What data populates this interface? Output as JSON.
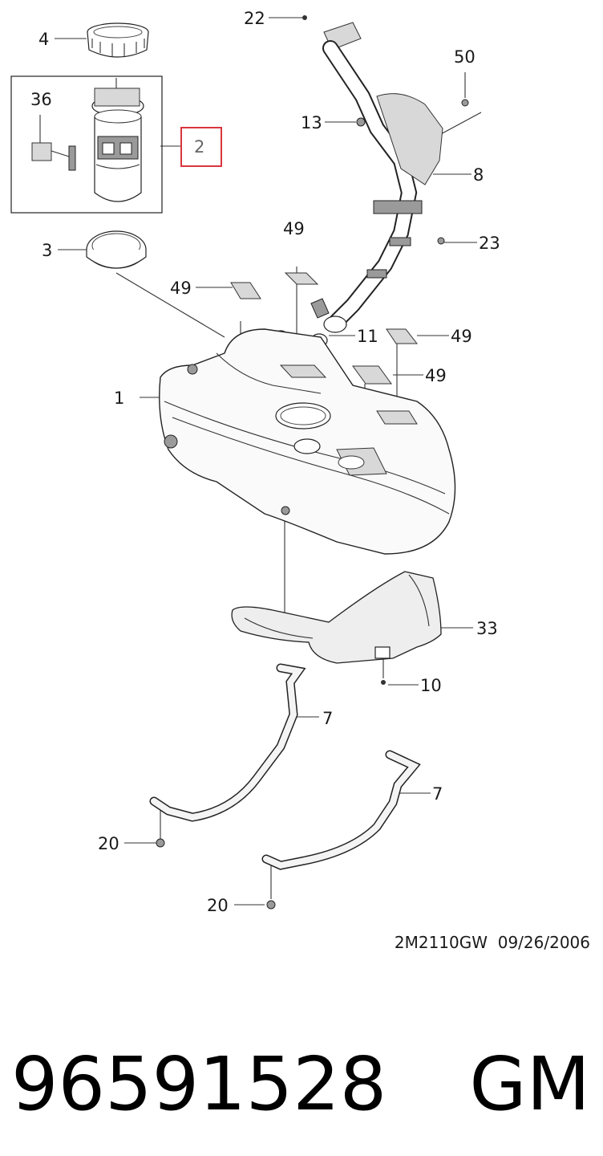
{
  "callouts": {
    "c1": "1",
    "c2": "2",
    "c3": "3",
    "c4": "4",
    "c7a": "7",
    "c7b": "7",
    "c8": "8",
    "c10": "10",
    "c11": "11",
    "c13": "13",
    "c20a": "20",
    "c20b": "20",
    "c22": "22",
    "c23": "23",
    "c33": "33",
    "c36": "36",
    "c49a": "49",
    "c49b": "49",
    "c49c": "49",
    "c49d": "49",
    "c50": "50"
  },
  "highlight": {
    "callout": "2",
    "color": "#d9363e"
  },
  "drawing_code": "2M2110GW  09/26/2006",
  "part_number": "96591528",
  "brand": "GM"
}
